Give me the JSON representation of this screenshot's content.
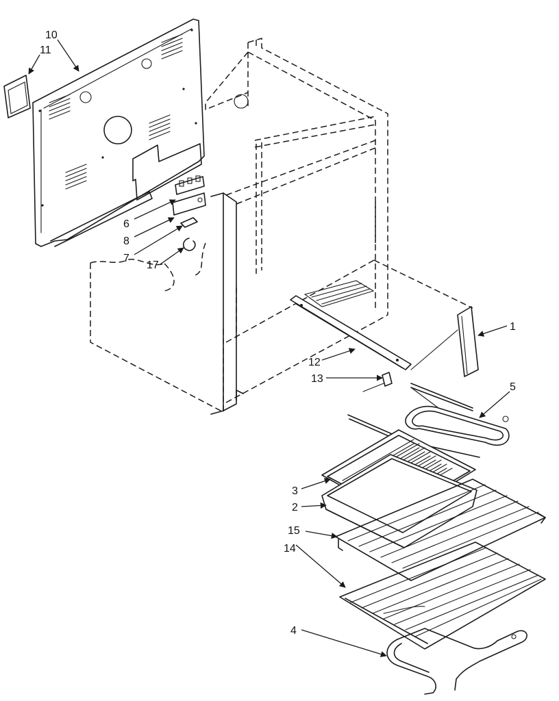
{
  "diagram": {
    "callouts": [
      {
        "id": "10",
        "text": "10"
      },
      {
        "id": "11",
        "text": "11"
      },
      {
        "id": "6",
        "text": "6"
      },
      {
        "id": "8",
        "text": "8"
      },
      {
        "id": "7",
        "text": "7"
      },
      {
        "id": "17",
        "text": "17"
      },
      {
        "id": "1",
        "text": "1"
      },
      {
        "id": "12",
        "text": "12"
      },
      {
        "id": "13",
        "text": "13"
      },
      {
        "id": "5",
        "text": "5"
      },
      {
        "id": "3",
        "text": "3"
      },
      {
        "id": "2",
        "text": "2"
      },
      {
        "id": "15",
        "text": "15"
      },
      {
        "id": "14",
        "text": "14"
      },
      {
        "id": "4",
        "text": "4"
      }
    ]
  }
}
